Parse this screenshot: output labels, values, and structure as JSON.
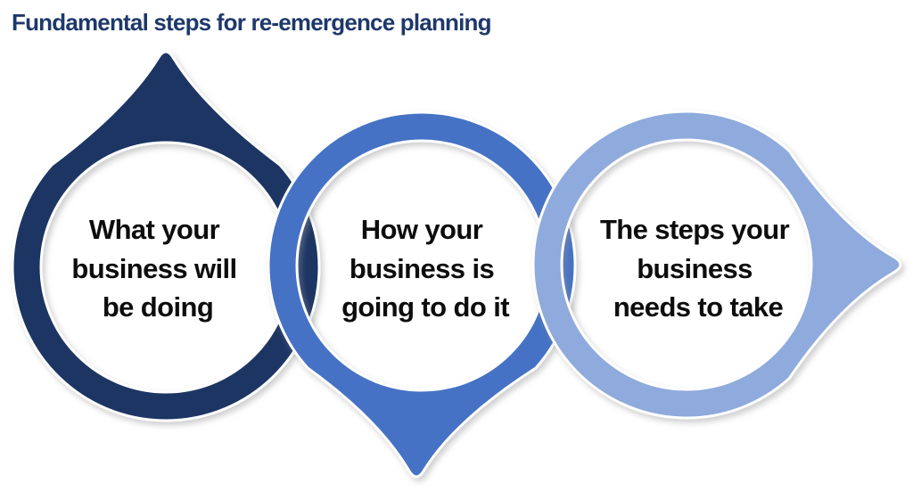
{
  "title": {
    "text": "Fundamental steps for re-emergence planning",
    "color": "#1e386b"
  },
  "diagram": {
    "background": "#ffffff",
    "outline_color": "#ffffff",
    "label_color": "#0d0d0d",
    "steps": [
      {
        "order": 1,
        "lines": [
          "What your",
          "business will",
          "be doing"
        ],
        "color": "#1b3463",
        "pointer_direction": "up"
      },
      {
        "order": 2,
        "lines": [
          "How your",
          "business is",
          "going to do it"
        ],
        "color": "#4472c4",
        "pointer_direction": "down"
      },
      {
        "order": 3,
        "lines": [
          "The steps your",
          "business",
          "needs to take"
        ],
        "color": "#8faadc",
        "pointer_direction": "right"
      }
    ]
  }
}
